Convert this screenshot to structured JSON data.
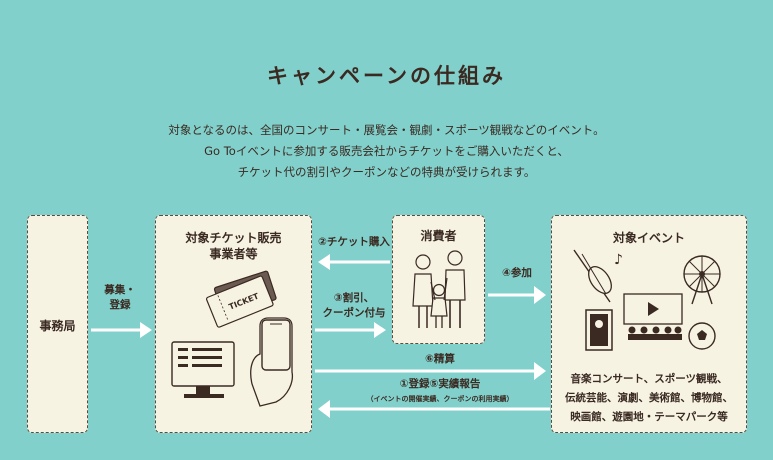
{
  "title": "キャンペーンの仕組み",
  "description": [
    "対象となるのは、全国のコンサート・展覧会・観劇・スポーツ観戦などのイベント。",
    "Go Toイベントに参加する販売会社からチケットをご購入いただくと、",
    "チケット代の割引やクーポンなどの特典が受けられます。"
  ],
  "boxes": {
    "office": "事務局",
    "seller_line1": "対象チケット販売",
    "seller_line2": "事業者等",
    "consumer": "消費者",
    "events": "対象イベント"
  },
  "flows": {
    "recruit_line1": "募集・",
    "recruit_line2": "登録",
    "ticket_purchase": "②チケット購入",
    "discount_line1": "③割引、",
    "discount_line2": "クーポン付与",
    "participate": "④参加",
    "settlement": "⑥精算",
    "report": "①登録⑤実績報告",
    "report_sub": "（イベントの開催実績、クーポンの利用実績）"
  },
  "ticket_text": "TICKET",
  "event_list": [
    "音楽コンサート、スポーツ観戦、",
    "伝統芸能、演劇、美術館、博物館、",
    "映画館、遊園地・テーマパーク等"
  ],
  "colors": {
    "background": "#82d0cb",
    "box_fill": "#f7f3e3",
    "arrow": "#ffffff",
    "text": "#3a2a22"
  }
}
